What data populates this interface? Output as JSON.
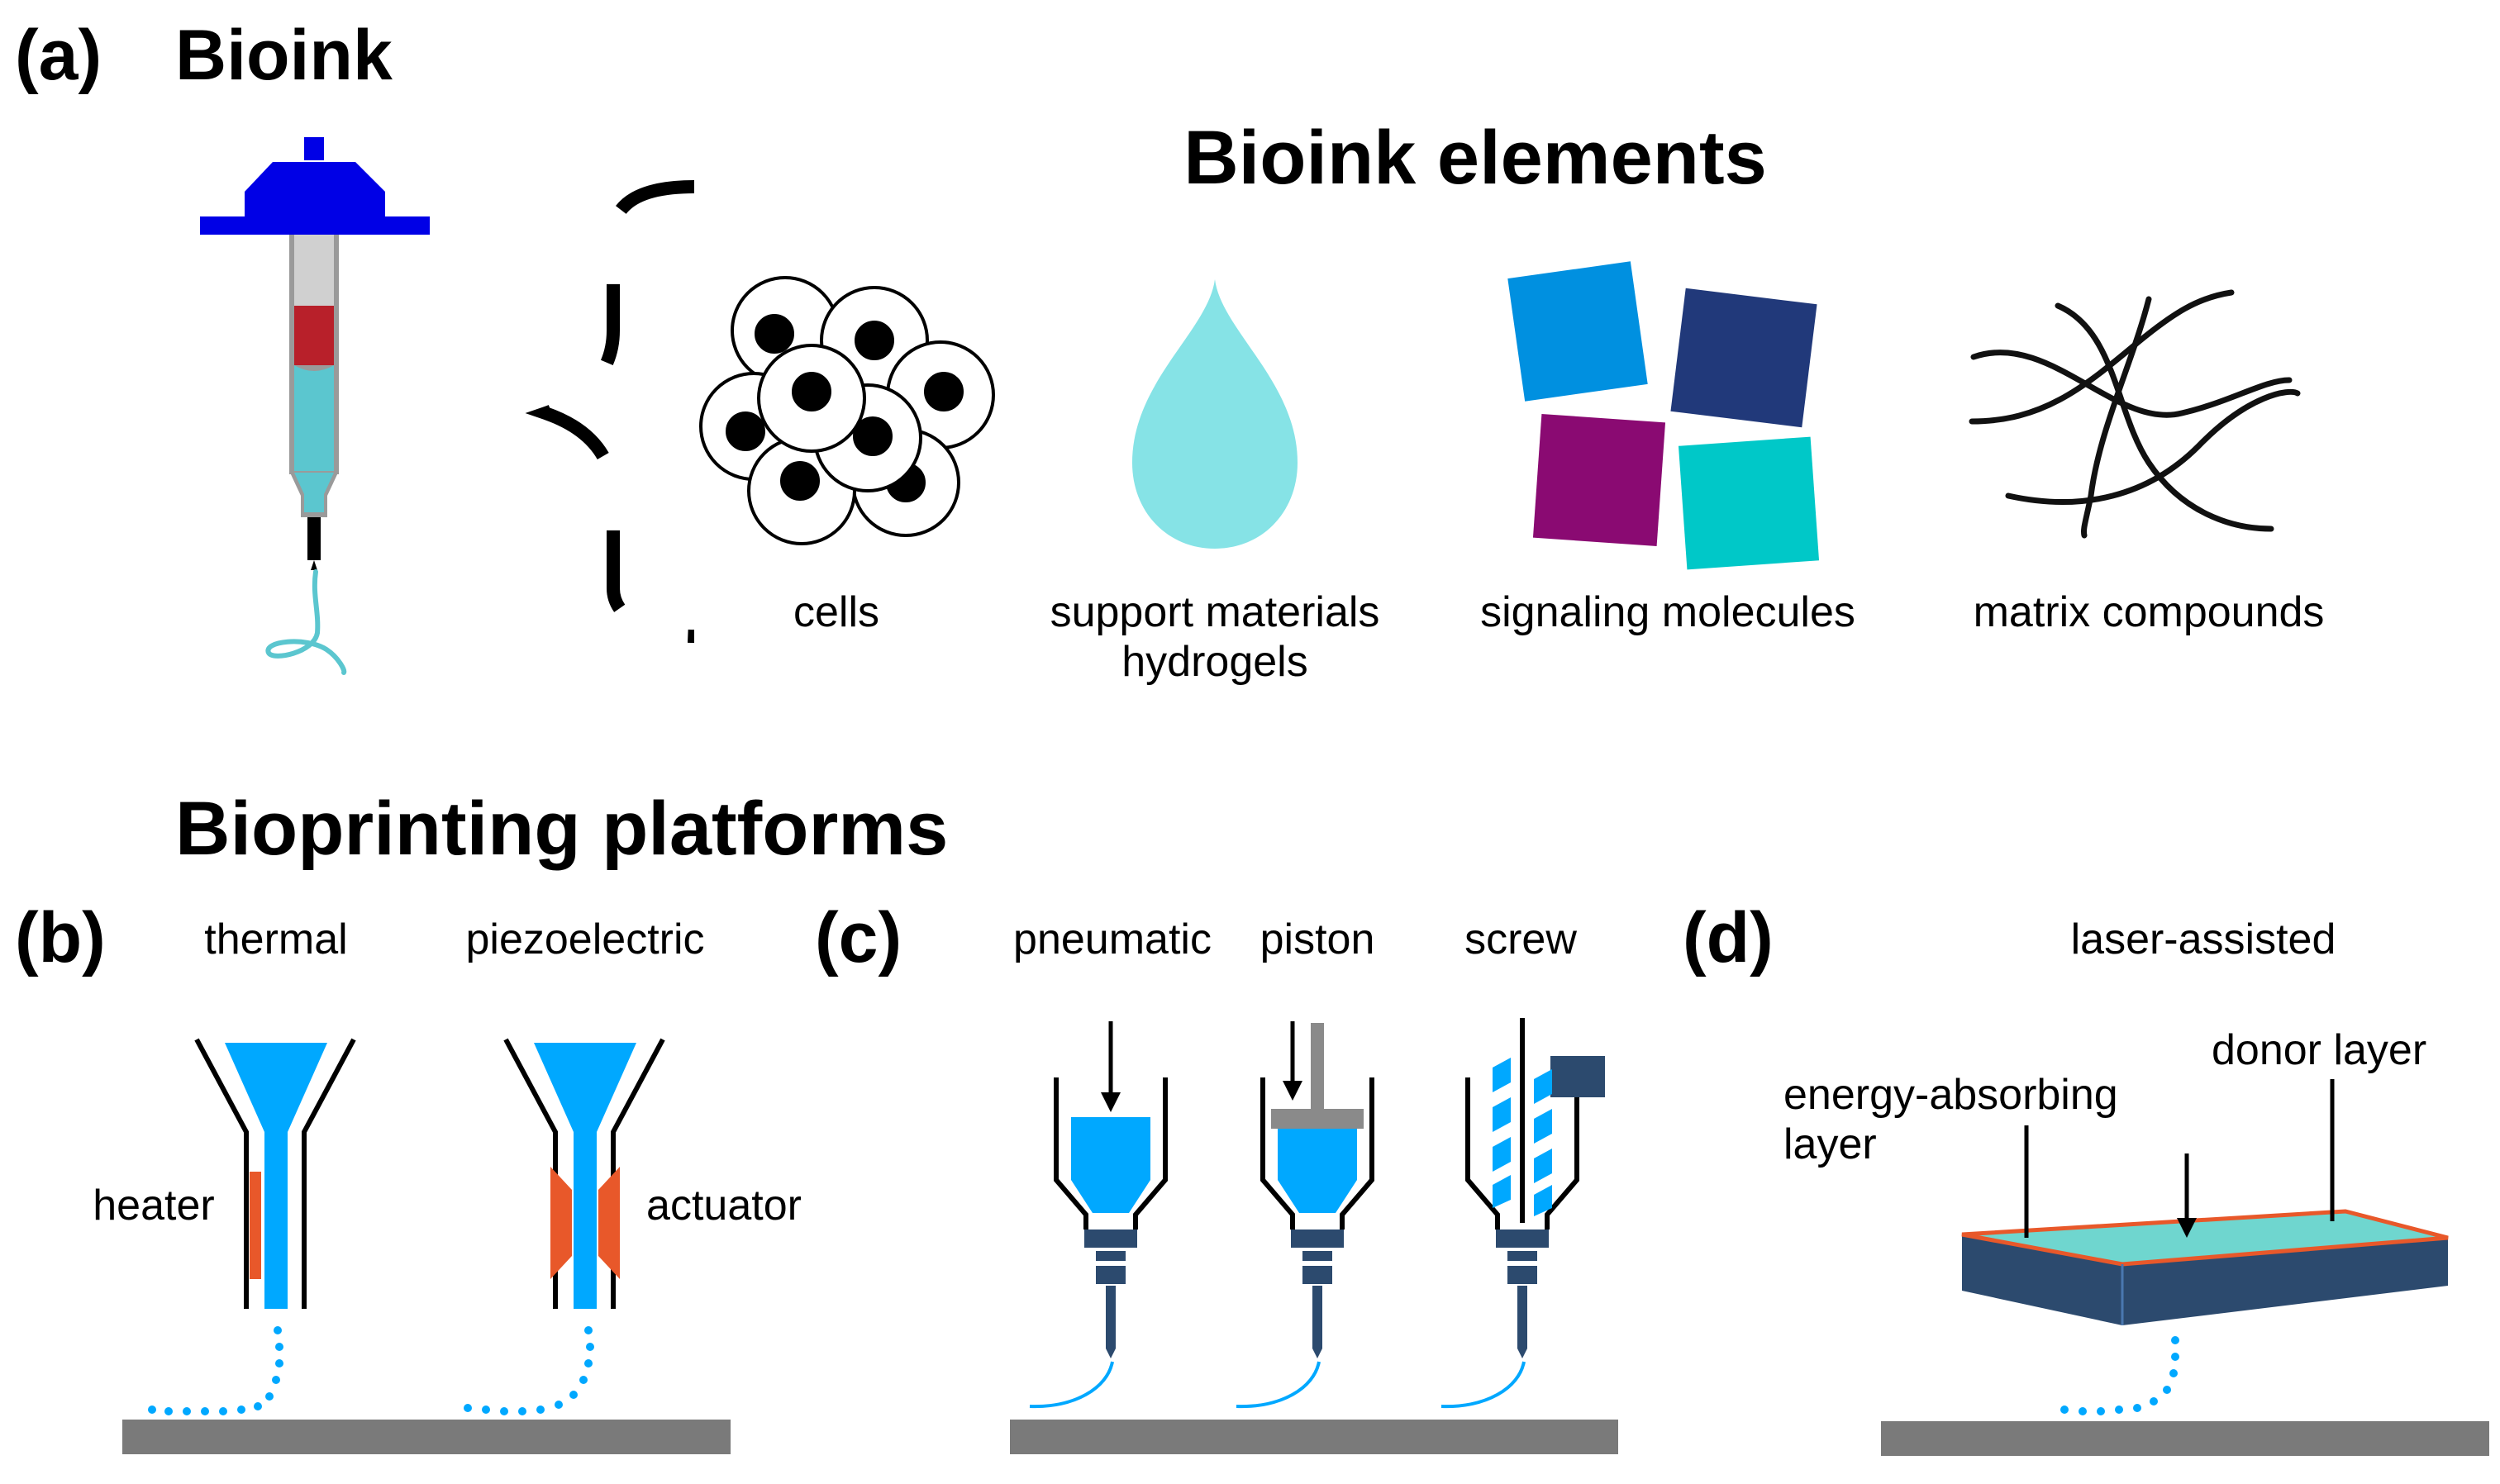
{
  "panel_a": {
    "label": "(a)",
    "title": "Bioink",
    "heading": "Bioink elements",
    "elements": [
      {
        "line1": "cells",
        "line2": ""
      },
      {
        "line1": "support materials",
        "line2": "hydrogels"
      },
      {
        "line1": "signaling molecules",
        "line2": ""
      },
      {
        "line1": "matrix compounds",
        "line2": ""
      }
    ]
  },
  "platforms": {
    "heading": "Bioprinting platforms"
  },
  "panel_b": {
    "label": "(b)",
    "types": [
      "thermal",
      "piezoelectric"
    ],
    "parts": {
      "heater": "heater",
      "actuator": "actuator"
    }
  },
  "panel_c": {
    "label": "(c)",
    "types": [
      "pneumatic",
      "piston",
      "screw"
    ]
  },
  "panel_d": {
    "label": "(d)",
    "type": "laser-assisted",
    "parts": {
      "absorbing_line1": "energy-absorbing",
      "absorbing_line2": "layer",
      "donor": "donor layer"
    }
  },
  "colors": {
    "syringe_cap": "#0000e6",
    "ink_red": "#b8202a",
    "ink_teal": "#5bc6cf",
    "droplet": "#86e3e6",
    "nozzle_blue": "#00a8ff",
    "heater_orange": "#e8582a",
    "navy": "#2c4a6e",
    "stage_gray": "#7a7a7a",
    "sq_light_blue": "#0090e0",
    "sq_navy": "#21397a",
    "sq_purple": "#8a0a72",
    "sq_teal": "#00c8c8",
    "donor_teal": "#6fd6cf"
  },
  "icons": [
    "syringe-icon",
    "bracket-icon",
    "cells-icon",
    "droplet-icon",
    "molecules-icon",
    "matrix-icon",
    "thermal-nozzle-icon",
    "piezo-nozzle-icon",
    "pneumatic-extruder-icon",
    "piston-extruder-icon",
    "screw-extruder-icon",
    "laser-slide-icon"
  ]
}
